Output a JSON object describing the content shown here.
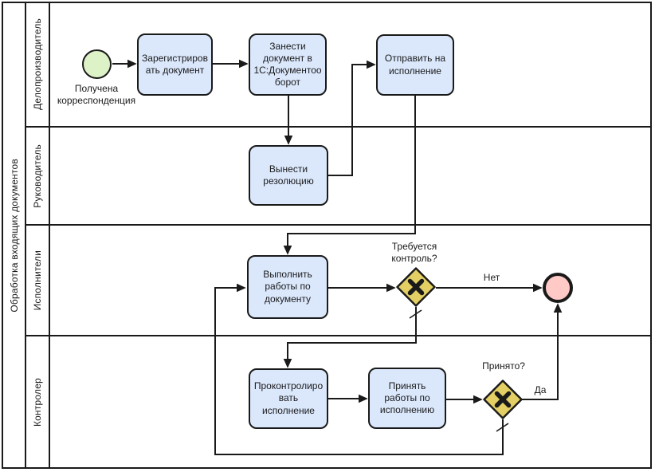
{
  "pool": {
    "title": "Обработка входящих документов"
  },
  "lanes": [
    {
      "label": "Делопроизводитель"
    },
    {
      "label": "Руководитель"
    },
    {
      "label": "Исполнители"
    },
    {
      "label": "Контролер"
    }
  ],
  "nodes": {
    "start_event": {
      "type": "bpmn-start-event",
      "label": "Получена\nкорреспонденция"
    },
    "task_register": {
      "type": "task",
      "label": "Зарегистриров\nать документ"
    },
    "task_enter_1c": {
      "type": "task",
      "label": "Занести\nдокумент в\n1С:Документоо\nборот"
    },
    "task_send": {
      "type": "task",
      "label": "Отправить на\nисполнение"
    },
    "task_resolution": {
      "type": "task",
      "label": "Вынести\nрезолюцию"
    },
    "task_execute": {
      "type": "task",
      "label": "Выполнить\nработы по\nдокументу"
    },
    "gateway_control": {
      "type": "exclusive-gateway",
      "label": "Требуется\nконтроль?"
    },
    "task_monitor": {
      "type": "task",
      "label": "Проконтролиро\nвать\nисполнение"
    },
    "task_accept": {
      "type": "task",
      "label": "Принять\nработы по\nисполнению"
    },
    "gateway_accepted": {
      "type": "exclusive-gateway",
      "label": "Принято?"
    },
    "end_event": {
      "type": "bpmn-end-event"
    }
  },
  "edge_labels": {
    "no": "Нет",
    "yes": "Да"
  },
  "colors": {
    "line": "#1a1a1a",
    "text": "#1a1a1a",
    "task-fill": "#dbe8fc",
    "start-fill": "#def2c8",
    "end-fill": "#ffc9c6",
    "gateway-fill": "#e3cf63"
  }
}
